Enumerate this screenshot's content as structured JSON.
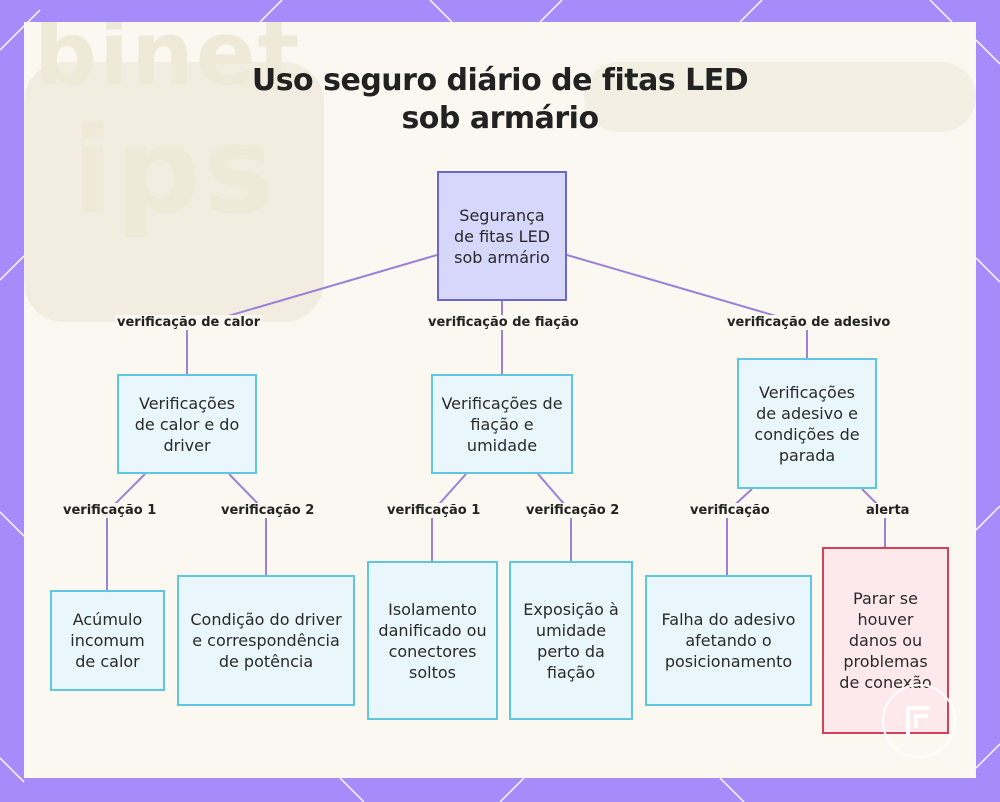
{
  "title": "Uso seguro diário de fitas LED sob armário",
  "background_text": [
    "binet",
    "ips"
  ],
  "colors": {
    "frame": "#a78bfa",
    "panel": "#fbf8f1",
    "edge": "#9b80d8",
    "root_fill": "#d7d6fb",
    "root_border": "#6a67c9",
    "node_fill": "#e9f6fb",
    "node_border": "#5fc6dd",
    "alert_fill": "#fde9ec",
    "alert_border": "#d2435a"
  },
  "nodes": {
    "root": "Segurança de fitas LED sob armário",
    "heat": "Verificações de calor e do driver",
    "wiring": "Verificações de fiação e umidade",
    "adhesive": "Verificações de adesivo e condições de parada",
    "heat_leaf1": "Acúmulo incomum de calor",
    "heat_leaf2": "Condição do driver e correspondência de potência",
    "wiring_leaf1": "Isolamento danificado ou conectores soltos",
    "wiring_leaf2": "Exposição à umidade perto da fiação",
    "adhesive_leaf1": "Falha do adesivo afetando o posicionamento",
    "adhesive_leaf2": "Parar se houver danos ou problemas de conexão"
  },
  "edges": {
    "to_heat": "verificação de calor",
    "to_wiring": "verificação de fiação",
    "to_adhesive": "verificação de adesivo",
    "heat_1": "verificação 1",
    "heat_2": "verificação 2",
    "wiring_1": "verificação 1",
    "wiring_2": "verificação 2",
    "adhesive_1": "verificação",
    "adhesive_2": "alerta"
  },
  "logo_icon": "brand-logo-icon"
}
